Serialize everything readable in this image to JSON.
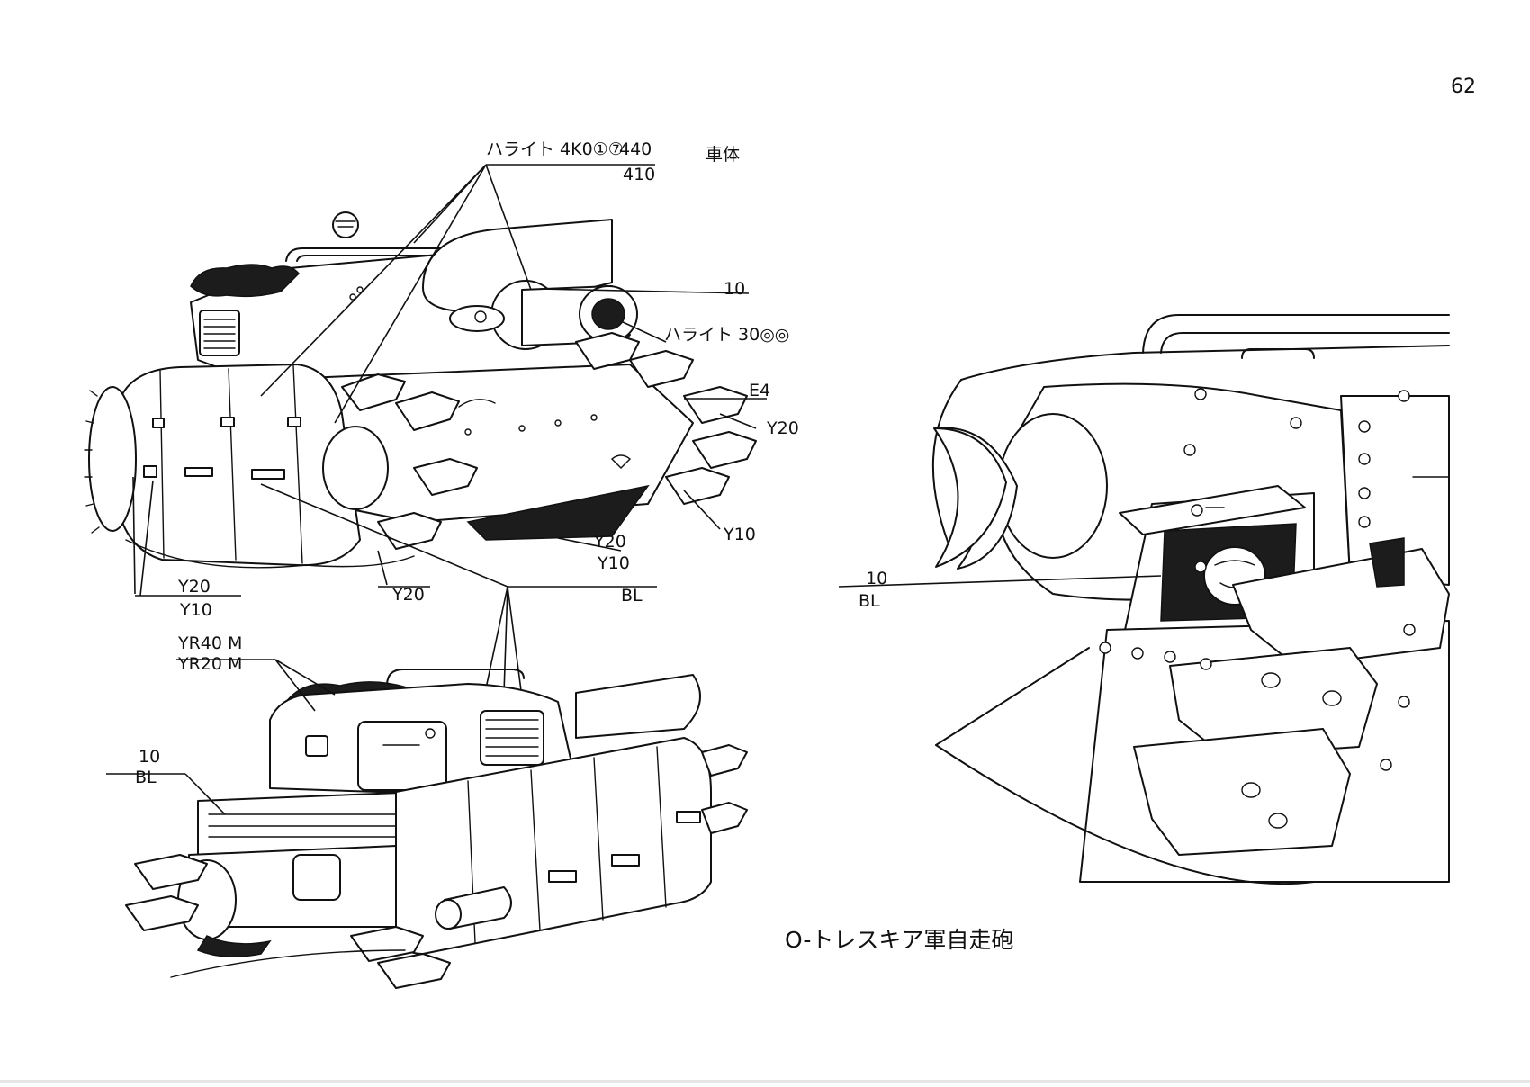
{
  "page": {
    "number": "62"
  },
  "callouts": {
    "hull_top": {
      "code": "ハライト 4K0①⑦",
      "num": "440",
      "den": "410",
      "part": "車体"
    },
    "gun_muzzle_num": "10",
    "gun_bore": "ハライト 30◎◎",
    "track_top": "E4",
    "track_right": "Y20",
    "track_lower": "Y10",
    "belly_num": "Y20",
    "belly_den": "Y10",
    "front_num": "Y20",
    "front_den": "Y10",
    "bottom_track": "Y20",
    "center": "BL",
    "rear_top": "YR40 M",
    "rear_bottom": "YR20 M",
    "rear_left_num": "10",
    "rear_left_den": "BL",
    "closeup_num": "10",
    "closeup_den": "BL"
  },
  "caption": "O-トレスキア軍自走砲"
}
